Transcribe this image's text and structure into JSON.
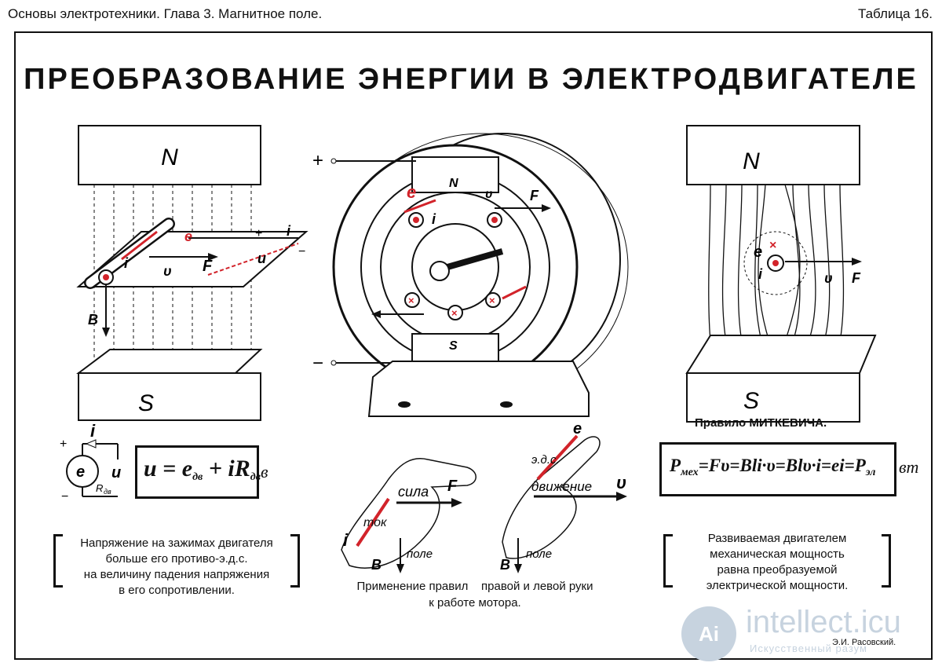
{
  "header": {
    "left": "Основы электротехники. Глава 3. Магнитное поле.",
    "right": "Таблица 16."
  },
  "title": "ПРЕОБРАЗОВАНИЕ ЭНЕРГИИ В ЭЛЕКТРОДВИГАТЕЛЕ",
  "left_diagram": {
    "pole_n": "N",
    "pole_s": "S",
    "label_e": "e",
    "label_i": "i",
    "label_v": "υ",
    "label_f": "F",
    "label_u": "u",
    "label_b": "B",
    "plus": "+",
    "minus": "−"
  },
  "center_diagram": {
    "plus": "+",
    "minus": "−",
    "pole_n": "N",
    "pole_s": "S",
    "label_e": "e",
    "label_i": "i",
    "label_v": "υ",
    "label_f": "F"
  },
  "right_diagram": {
    "pole_n": "N",
    "pole_s": "S",
    "label_e": "e",
    "label_i": "i",
    "label_v": "υ",
    "label_f": "F",
    "rule_caption": "Правило МИТКЕВИЧА."
  },
  "circuit": {
    "label_i": "i",
    "label_e": "e",
    "label_u": "u",
    "label_r": "R",
    "label_r_sub": "дв",
    "plus": "+",
    "minus": "−"
  },
  "formula_left": {
    "text": "u = e",
    "sub1": "дв",
    "mid": " + iR",
    "sub2": "дв",
    "unit": "в"
  },
  "formula_right": {
    "p": "P",
    "p_sub": "мех",
    "body": "=Fυ=Bli·υ=Blυ·i=ei=P",
    "end_sub": "эл",
    "unit": "вт"
  },
  "note_left": [
    "Напряжение на зажимах двигателя",
    "больше его противо-э.д.с.",
    "на величину падения напряжения",
    "в его сопротивлении."
  ],
  "note_right": [
    "Развиваемая двигателем",
    "механическая мощность",
    "равна преобразуемой",
    "электрической мощности."
  ],
  "hands": {
    "left": {
      "tok": "ток",
      "sila": "сила",
      "f": "F",
      "i": "i",
      "b": "B",
      "pole": "поле"
    },
    "right": {
      "eds": "э.д.с.",
      "e": "e",
      "dvizhenie": "движение",
      "v": "υ",
      "b": "B",
      "pole": "поле"
    }
  },
  "hands_caption_1": "Применение правил    правой и левой руки",
  "hands_caption_2": "к работе мотора.",
  "author": "Э.И. Расовский.",
  "watermark": {
    "logo": "Ai",
    "name": "intellect.icu",
    "tagline": "Искусственный разум"
  },
  "colors": {
    "accent_red": "#d2232a",
    "ink": "#111111",
    "watermark": "#c7d3df"
  }
}
